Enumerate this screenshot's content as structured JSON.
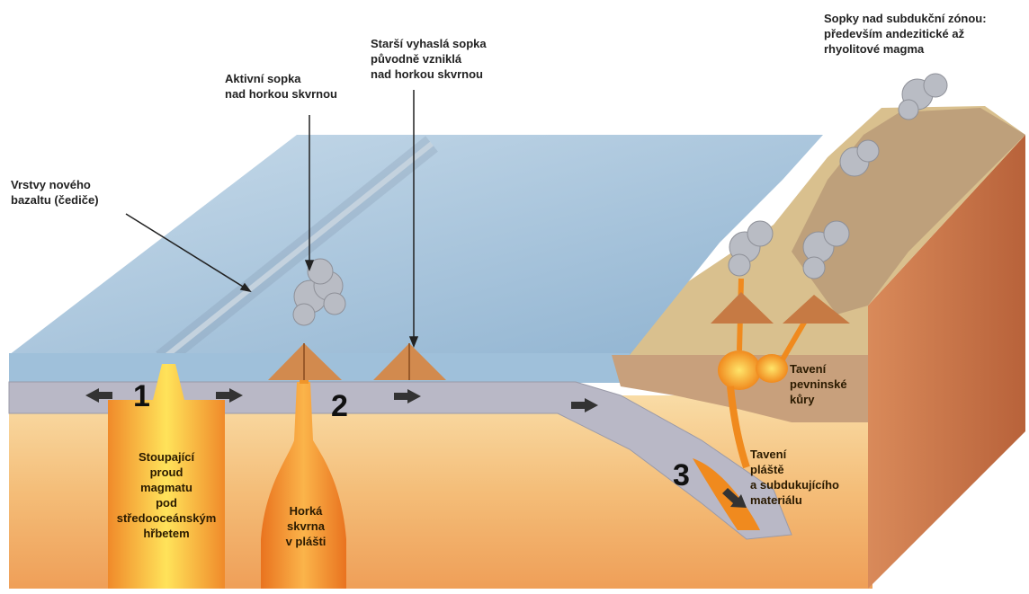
{
  "labels": {
    "new_basalt": "Vrstvy nového\nbazaltu (čediče)",
    "active_volcano": "Aktivní sopka\nnad horkou skvrnou",
    "extinct_volcano": "Starší vyhaslá sopka\npůvodně vzniklá\nnad horkou skvrnou",
    "subduction_volcanoes": "Sopky nad subdukční zónou:\npředevším andezitické až\nrhyolitové magma",
    "rising_magma": "Stoupající\nproud\nmagmatu\npod\nstředooceánským\nhřbetem",
    "hotspot": "Horká\nskvrna\nv plášti",
    "crust_melting": "Tavení\npevninské\nkůry",
    "mantle_melting": "Tavení\npláště\na subdukujícího\nmateriálu"
  },
  "numbers": {
    "n1": "1",
    "n2": "2",
    "n3": "3"
  },
  "colors": {
    "ocean_surface": "#a9c6de",
    "ocean_side": "#8fb3cf",
    "plate": "#b8b8c4",
    "mantle_top": "#f7d08e",
    "mantle_bottom": "#f0a35a",
    "magma": "#ee9a1e",
    "magma_glow": "#ffe14a",
    "continent": "#c89a72",
    "smoke": "#b9bcc4"
  }
}
